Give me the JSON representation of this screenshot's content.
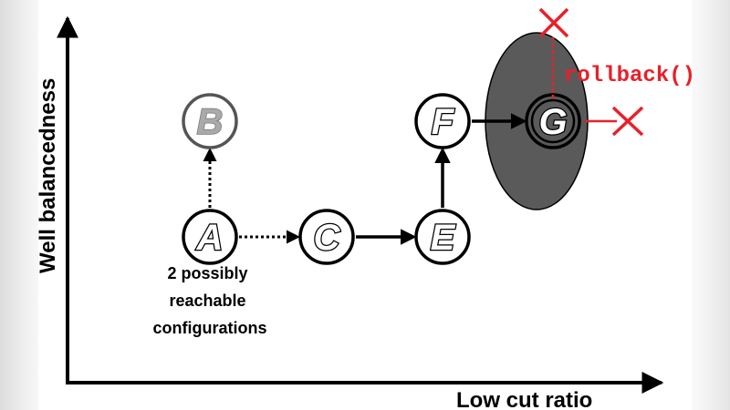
{
  "diagram": {
    "y_axis_label": "Well balancedness",
    "x_axis_label": "Low cut ratio",
    "nodes": [
      {
        "id": "A",
        "label": "A",
        "state": "current"
      },
      {
        "id": "B",
        "label": "B",
        "state": "faded"
      },
      {
        "id": "C",
        "label": "C",
        "state": "normal"
      },
      {
        "id": "E",
        "label": "E",
        "state": "normal"
      },
      {
        "id": "F",
        "label": "F",
        "state": "normal"
      },
      {
        "id": "G",
        "label": "G",
        "state": "rejected"
      }
    ],
    "edges": [
      {
        "from": "A",
        "to": "B",
        "style": "dotted"
      },
      {
        "from": "A",
        "to": "C",
        "style": "dotted"
      },
      {
        "from": "C",
        "to": "E",
        "style": "solid"
      },
      {
        "from": "E",
        "to": "F",
        "style": "solid"
      },
      {
        "from": "F",
        "to": "G",
        "style": "solid"
      }
    ],
    "note_lines": [
      "2 possibly",
      "reachable",
      "configurations"
    ],
    "rollback_label": "rollback()",
    "colors": {
      "ink": "#000000",
      "faded": "#aaaaaa",
      "highlight": "#5a5a5a",
      "reject": "#e8202a"
    }
  }
}
